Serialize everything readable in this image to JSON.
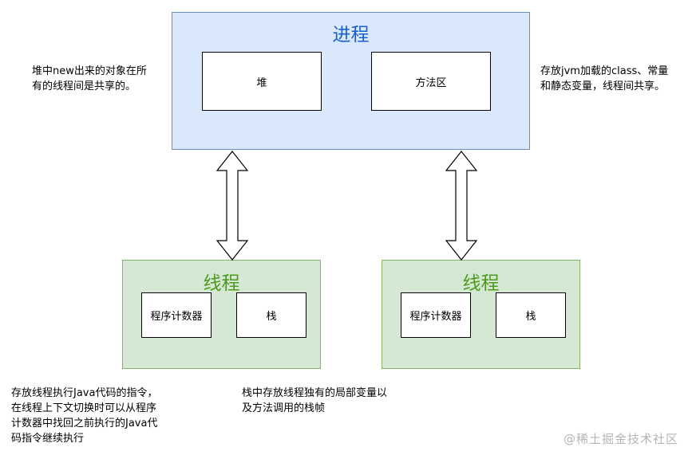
{
  "process": {
    "title": "进程",
    "heap": "堆",
    "method_area": "方法区"
  },
  "threads": [
    {
      "title": "线程",
      "pc": "程序计数器",
      "stack": "栈"
    },
    {
      "title": "线程",
      "pc": "程序计数器",
      "stack": "栈"
    }
  ],
  "notes": {
    "heap": "堆中new出来的对象在所\n有的线程间是共享的。",
    "method_area": "存放jvm加载的class、常量\n和静态变量，线程间共享。",
    "pc": "存放线程执行Java代码的指令，\n在线程上下文切换时可以从程序\n计数器中找回之前执行的Java代\n码指令继续执行",
    "stack": "栈中存放线程独有的局部变量以\n及方法调用的栈帧"
  },
  "watermark": "@稀土掘金技术社区",
  "colors": {
    "process_fill": "#dae8fc",
    "process_stroke": "#6c8ebf",
    "process_title": "#1a5fd0",
    "thread_fill": "#d5e8d4",
    "thread_stroke": "#82b366",
    "thread_title": "#4d9a1e"
  }
}
